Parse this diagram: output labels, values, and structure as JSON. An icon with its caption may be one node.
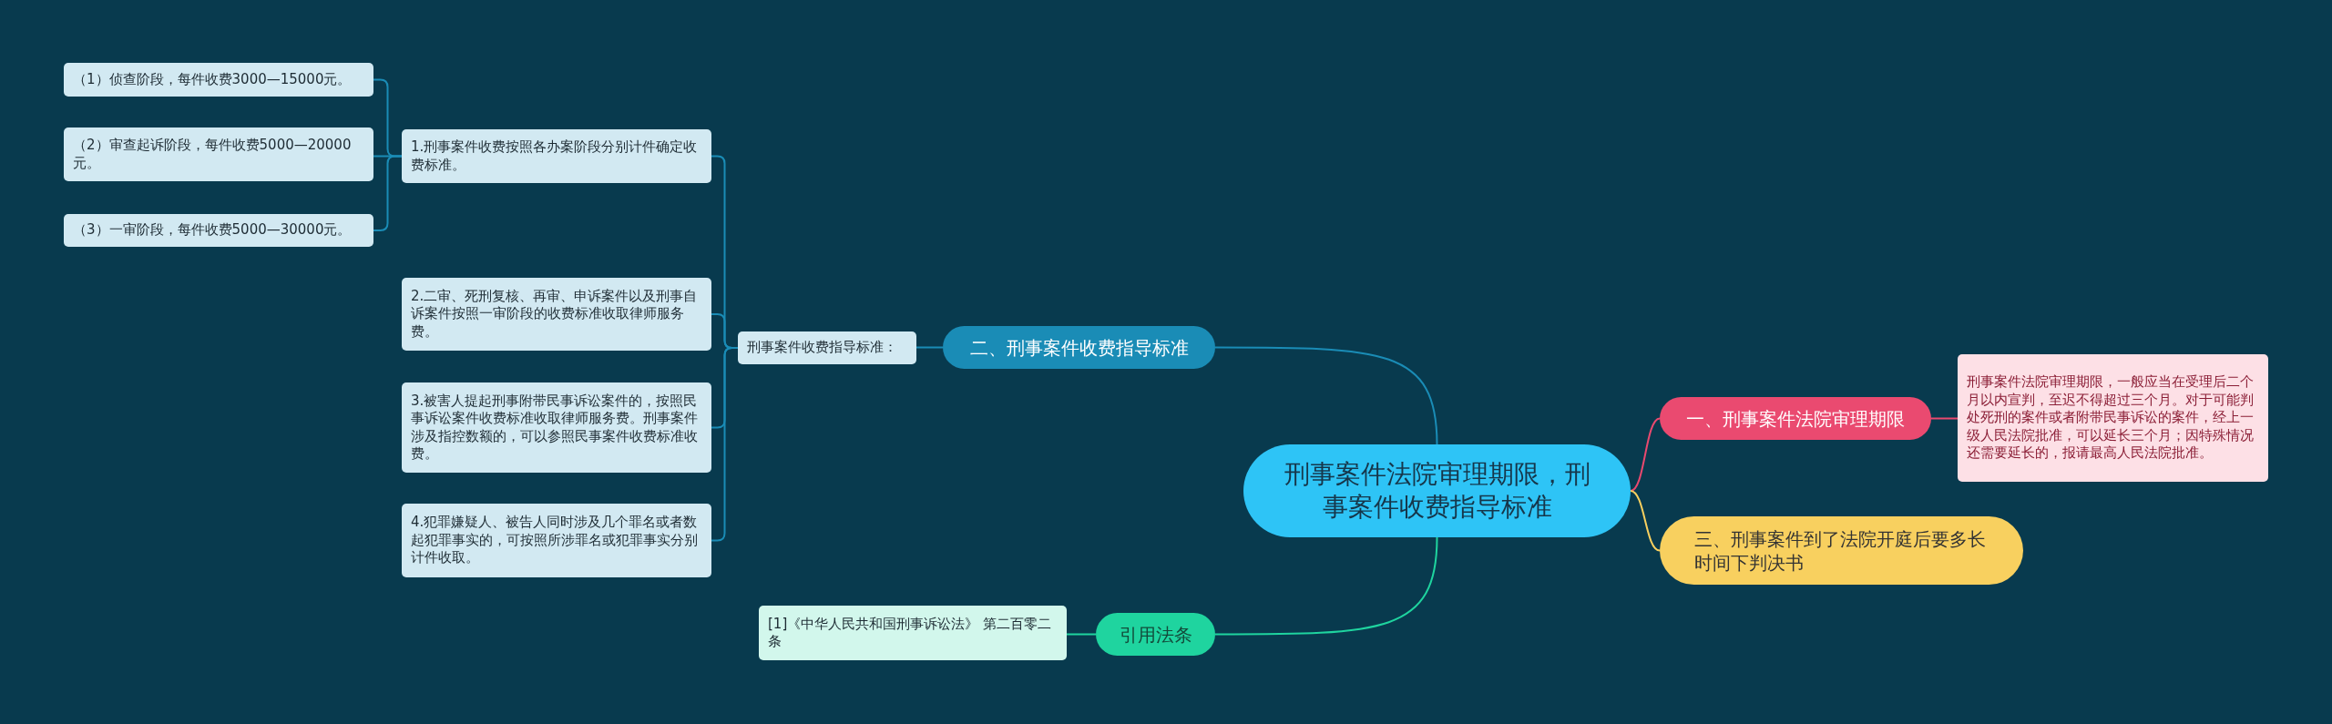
{
  "diagram": {
    "nodes": [
      {
        "text": [
          "刑事案件法院审理期限，刑事案件收费指导标准"
        ]
      },
      {
        "text": [
          "一、刑事案件法院审理期限"
        ]
      },
      {
        "text": [
          "刑事案件法院审理期限，一般应当在受理后二个月以内宣判，至迟不得超过三个月。对于可能判处死刑的案件或者附带民事诉讼的案件，经上一级人民法院批准，可以延长三个月；因特殊情况还需要延长的，报请最高人民法院批准。"
        ]
      },
      {
        "text": [
          "二、刑事案件收费指导标准"
        ]
      },
      {
        "text": [
          "刑事案件收费指导标准："
        ]
      },
      {
        "text": [
          "1.刑事案件收费按照各办案阶段分别计件确定收费标准。"
        ]
      },
      {
        "text": [
          "（1）侦查阶段，每件收费3000—15000元。"
        ]
      },
      {
        "text": [
          "（2）审查起诉阶段，每件收费5000—20000元。"
        ]
      },
      {
        "text": [
          "（3）一审阶段，每件收费5000—30000元。"
        ]
      },
      {
        "text": [
          "2.二审、死刑复核、再审、申诉案件以及刑事自诉案件按照一审阶段的收费标准收取律师服务费。"
        ]
      },
      {
        "text": [
          "3.被害人提起刑事附带民事诉讼案件的，按照民事诉讼案件收费标准收取律师服务费。刑事案件涉及指控数额的，可以参照民事案件收费标准收费。"
        ]
      },
      {
        "text": [
          "4.犯罪嫌疑人、被告人同时涉及几个罪名或者数起犯罪事实的，可按照所涉罪名或犯罪事实分别计件收取。"
        ]
      },
      {
        "text": [
          "三、刑事案件到了法院开庭后要多长时间下判决书"
        ]
      },
      {
        "text": [
          "引用法条"
        ]
      },
      {
        "text": [
          "[1]《中华人民共和国刑事诉讼法》 第二百零二条"
        ]
      }
    ],
    "edges": [
      {
        "from": 0,
        "to": 1,
        "arrow": "none",
        "color": "#e9496f"
      },
      {
        "from": 1,
        "to": 2,
        "arrow": "none",
        "color": "#e9496f"
      },
      {
        "from": 0,
        "to": 3,
        "arrow": "none"
      },
      {
        "from": 3,
        "to": 4,
        "arrow": "none"
      },
      {
        "from": 4,
        "to": 5,
        "arrow": "none"
      },
      {
        "from": 5,
        "to": 6,
        "arrow": "none"
      },
      {
        "from": 5,
        "to": 7,
        "arrow": "none"
      },
      {
        "from": 5,
        "to": 8,
        "arrow": "none"
      },
      {
        "from": 4,
        "to": 9,
        "arrow": "none"
      },
      {
        "from": 4,
        "to": 10,
        "arrow": "none"
      },
      {
        "from": 4,
        "to": 11,
        "arrow": "none"
      },
      {
        "from": 0,
        "to": 12,
        "arrow": "none",
        "color": "#f8d05f"
      },
      {
        "from": 0,
        "to": 13,
        "arrow": "none",
        "color": "#1fd49f"
      },
      {
        "from": 13,
        "to": 14,
        "arrow": "none",
        "color": "#1fd49f"
      }
    ]
  }
}
